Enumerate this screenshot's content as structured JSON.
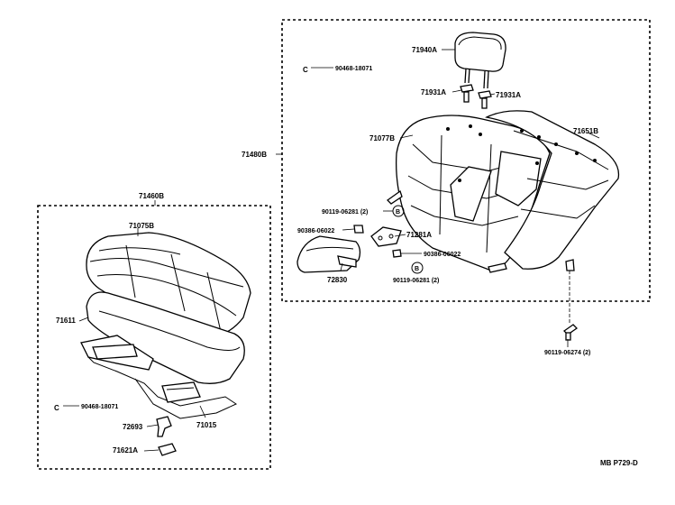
{
  "labels": {
    "assy_rear_back": "71480B",
    "assy_rear_cushion": "71460B",
    "headrest": "71940A",
    "headrest_support_left": "71931A",
    "headrest_support_right": "71931A",
    "clip_c_top": "90468-18071",
    "clip_c_bottom": "90468-18071",
    "back_cover_left": "71077B",
    "back_cover_right": "71651B",
    "bolt_b_top": "90119-06281 (2)",
    "nut_left": "90386-06022",
    "hinge": "71281A",
    "nut_right": "90386-06022",
    "bolt_b_bottom": "90119-06281 (2)",
    "armrest": "72830",
    "bolt_bottom": "90119-06274 (2)",
    "cushion_cover": "71075B",
    "cushion_pad": "71611",
    "frame": "71015",
    "hook": "72693",
    "clip_small": "71621A"
  },
  "callouts": {
    "c_top": "C",
    "c_bottom": "C",
    "b_top": "B",
    "b_bottom": "B"
  },
  "figure_code": "MB P729-D"
}
